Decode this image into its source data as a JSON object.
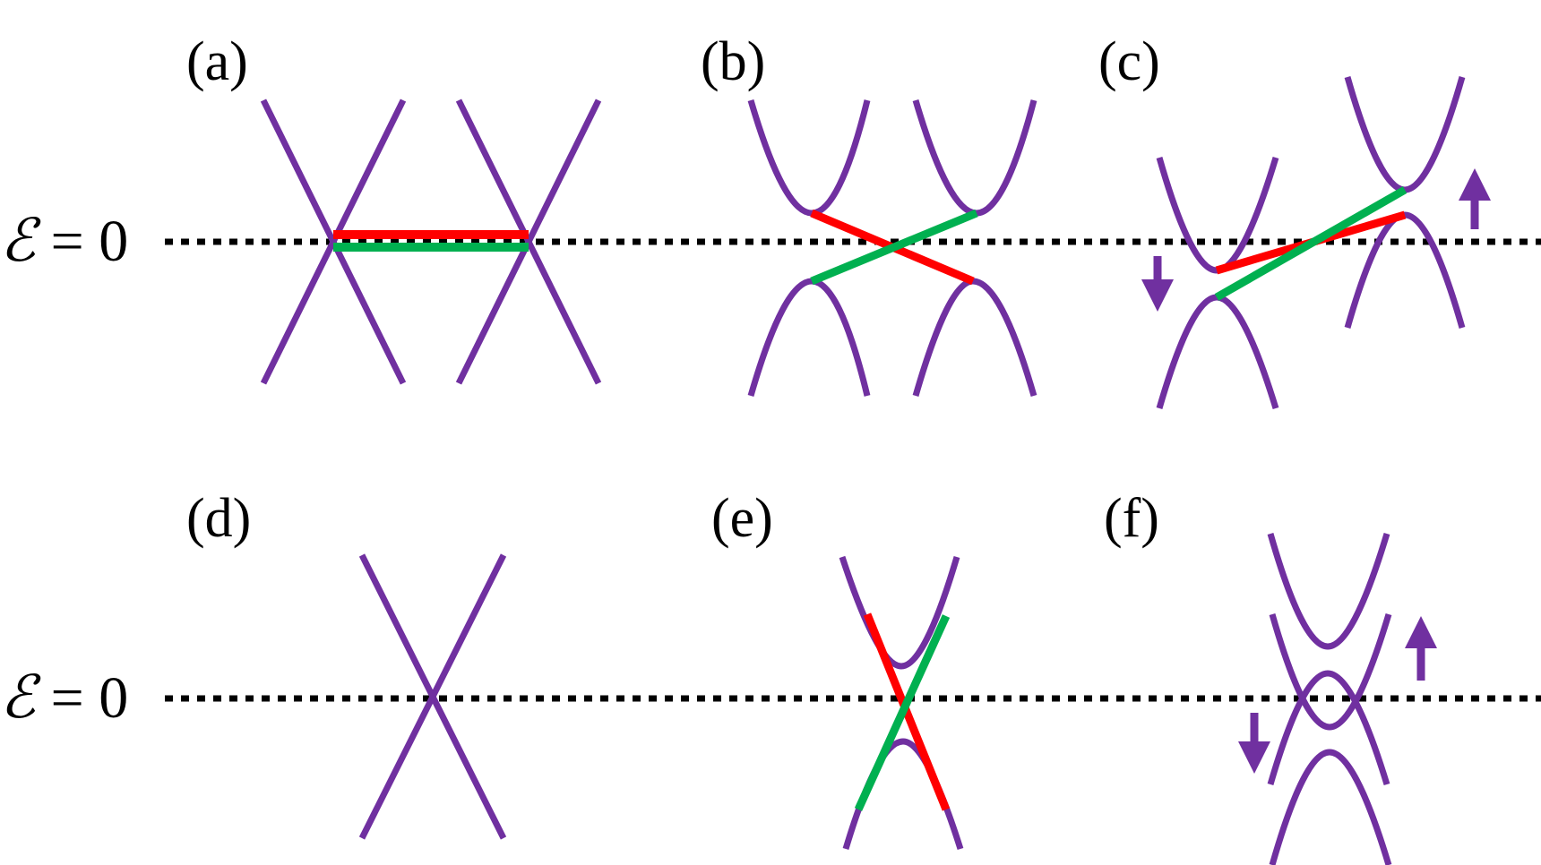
{
  "panels": {
    "a": {
      "label": "(a)"
    },
    "b": {
      "label": "(b)"
    },
    "c": {
      "label": "(c)"
    },
    "d": {
      "label": "(d)"
    },
    "e": {
      "label": "(e)"
    },
    "f": {
      "label": "(f)"
    }
  },
  "energy_lines": {
    "top": {
      "symbol": "ℰ",
      "rest": " = 0"
    },
    "bottom": {
      "symbol": "ℰ",
      "rest": " = 0"
    }
  },
  "colors": {
    "band": "#7030A0",
    "red_edge_state": "#FF0000",
    "green_edge_state": "#00B050",
    "zero_energy_line": "#000000"
  }
}
